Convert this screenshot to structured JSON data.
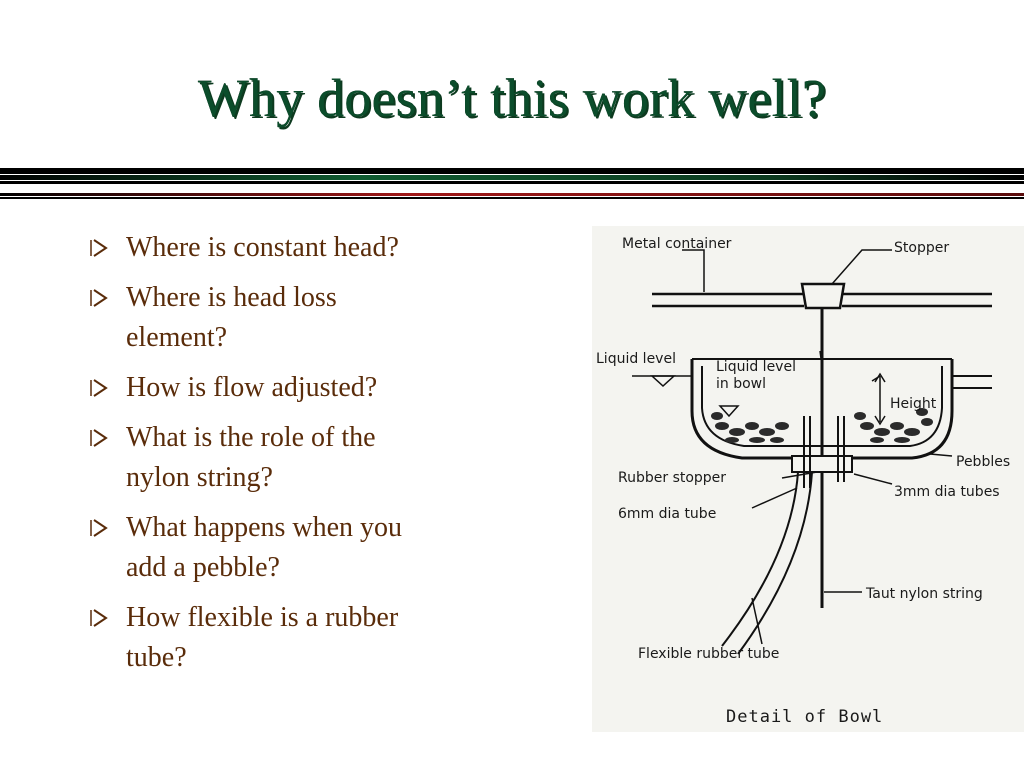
{
  "slide": {
    "title": "Why doesn’t this work well?",
    "colors": {
      "title": "#0b4d2b",
      "bullet_text": "#5a2c0a",
      "rule_dark": "#0c1a10",
      "rule_green": "#0f5a30",
      "rule_red": "#a01818"
    },
    "bullet_icon": "chevron-right-icon",
    "bullets": [
      {
        "line1": "Where is constant head?",
        "line2": ""
      },
      {
        "line1": "Where is head loss",
        "line2": "element?"
      },
      {
        "line1": "How is flow adjusted?",
        "line2": ""
      },
      {
        "line1": "What is the role of the",
        "line2": "nylon string?"
      },
      {
        "line1": "What happens when you",
        "line2": "add a pebble?"
      },
      {
        "line1": "How flexible is a rubber",
        "line2": "tube?"
      }
    ]
  },
  "diagram": {
    "labels": {
      "metal_container": "Metal container",
      "stopper": "Stopper",
      "liquid_level": "Liquid level",
      "liquid_level_bowl_1": "Liquid level",
      "liquid_level_bowl_2": "in bowl",
      "height": "Height",
      "pebbles": "Pebbles",
      "rubber_stopper": "Rubber stopper",
      "tube_6mm": "6mm dia tube",
      "tubes_3mm": "3mm dia tubes",
      "taut_nylon_string": "Taut nylon string",
      "flexible_rubber_tube": "Flexible rubber tube",
      "caption": "Detail of Bowl"
    }
  }
}
